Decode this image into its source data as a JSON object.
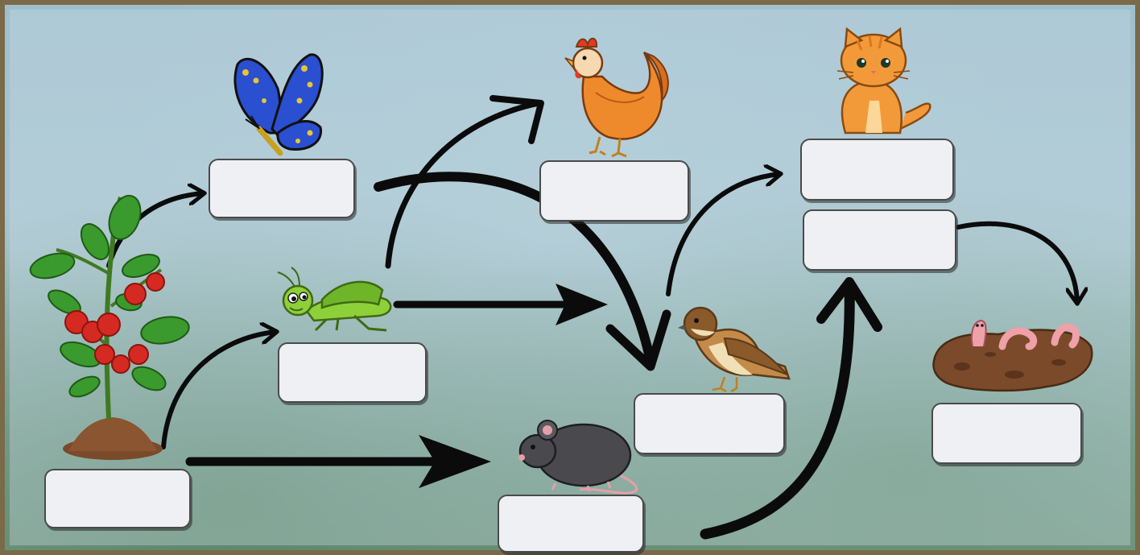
{
  "diagram": {
    "type": "food-web",
    "nodes": [
      {
        "id": "tomato_plant",
        "icon": "tomato-plant-icon"
      },
      {
        "id": "butterfly",
        "icon": "butterfly-icon"
      },
      {
        "id": "grasshopper",
        "icon": "grasshopper-icon"
      },
      {
        "id": "mouse",
        "icon": "mouse-icon"
      },
      {
        "id": "hen",
        "icon": "hen-icon"
      },
      {
        "id": "sparrow",
        "icon": "sparrow-icon"
      },
      {
        "id": "cat",
        "icon": "cat-icon"
      },
      {
        "id": "worms",
        "icon": "earthworms-icon"
      }
    ],
    "answer_boxes": [
      {
        "id": "box_plant",
        "value": ""
      },
      {
        "id": "box_butterfly",
        "value": ""
      },
      {
        "id": "box_grasshopper",
        "value": ""
      },
      {
        "id": "box_mouse",
        "value": ""
      },
      {
        "id": "box_hen",
        "value": ""
      },
      {
        "id": "box_sparrow",
        "value": ""
      },
      {
        "id": "box_cat_1",
        "value": ""
      },
      {
        "id": "box_cat_2",
        "value": ""
      },
      {
        "id": "box_worms",
        "value": ""
      }
    ],
    "edges": [
      {
        "from": "tomato_plant",
        "to": "butterfly"
      },
      {
        "from": "tomato_plant",
        "to": "grasshopper"
      },
      {
        "from": "tomato_plant",
        "to": "mouse"
      },
      {
        "from": "butterfly",
        "to": "sparrow"
      },
      {
        "from": "grasshopper",
        "to": "hen"
      },
      {
        "from": "grasshopper",
        "to": "sparrow"
      },
      {
        "from": "sparrow",
        "to": "cat"
      },
      {
        "from": "mouse",
        "to": "cat"
      },
      {
        "from": "cat",
        "to": "worms"
      }
    ]
  },
  "colors": {
    "arrow": "#0b0b0b",
    "box_fill": "#eef0f3",
    "frame": "#7a6a4a"
  }
}
